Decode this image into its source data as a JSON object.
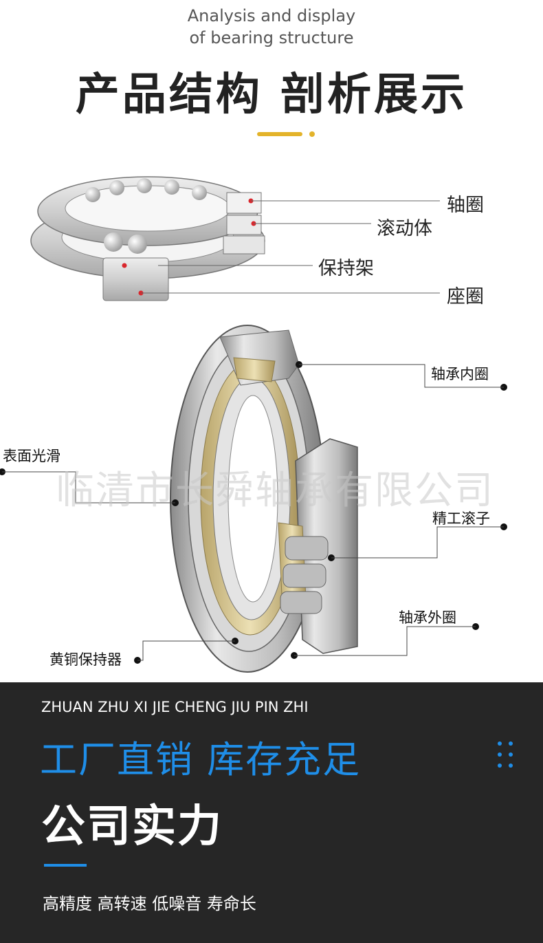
{
  "header": {
    "en_line1": "Analysis and display",
    "en_line2": "of bearing structure",
    "cn_title": "产品结构 剖析展示"
  },
  "diagram1": {
    "labels": [
      "轴圈",
      "滚动体",
      "保持架",
      "座圈"
    ]
  },
  "diagram2": {
    "labels": {
      "inner_ring": "轴承内圈",
      "surface": "表面光滑",
      "roller": "精工滚子",
      "outer_ring": "轴承外圈",
      "cage": "黄铜保持器"
    }
  },
  "watermark": "临清市长舜轴承有限公司",
  "footer": {
    "pinyin": "ZHUAN ZHU XI JIE CHENG JIU PIN ZHI",
    "slogan": "工厂直销 库存充足",
    "strength": "公司实力",
    "features": "高精度 高转速 低噪音 寿命长"
  },
  "colors": {
    "accent_gold": "#e3b32a",
    "accent_blue": "#1f8ee8",
    "dark_bg": "#262626",
    "marker_red": "#d9262c"
  }
}
